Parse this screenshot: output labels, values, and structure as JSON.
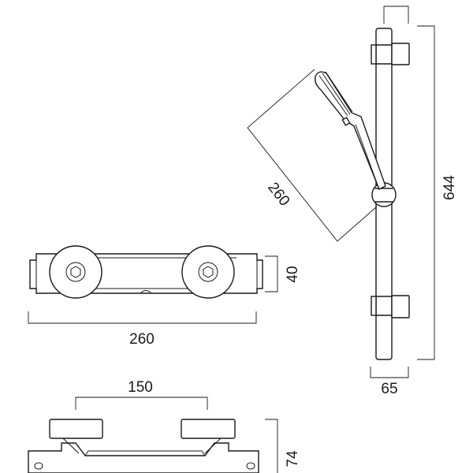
{
  "dimensions": {
    "side_height": "644",
    "side_width": "65",
    "arm_length": "260",
    "front_width": "260",
    "front_height": "40",
    "bottom_spacing": "150",
    "bottom_height": "74"
  }
}
